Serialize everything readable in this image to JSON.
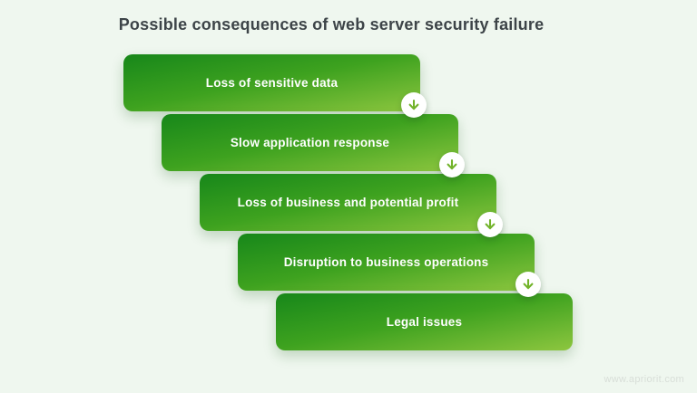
{
  "title": "Possible consequences of web server security failure",
  "steps": [
    {
      "label": "Loss of sensitive data",
      "arrow_icon": "arrow-down"
    },
    {
      "label": "Slow application response",
      "arrow_icon": "arrow-down"
    },
    {
      "label": "Loss of business and potential profit",
      "arrow_icon": "arrow-down"
    },
    {
      "label": "Disruption to business operations",
      "arrow_icon": "arrow-down"
    },
    {
      "label": "Legal issues",
      "arrow_icon": null
    }
  ],
  "watermark": "www.apriorit.com",
  "colors": {
    "background": "#eff7ef",
    "title_text": "#3d4448",
    "bar_text": "#ffffff",
    "bar_gradient_start": "#17871a",
    "bar_gradient_mid": "#3ea21f",
    "bar_gradient_end": "#8dc63f",
    "arrow": "#72b32a",
    "watermark_text": "#d8ded8"
  }
}
